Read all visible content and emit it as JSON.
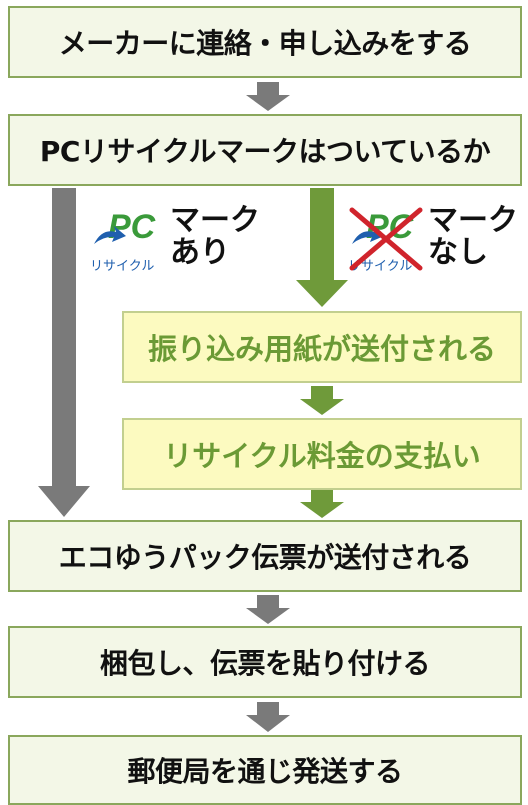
{
  "steps": [
    "メーカーに連絡・申し込みをする",
    "PCリサイクルマークはついているか",
    "エコゆうパック伝票が送付される",
    "梱包し、伝票を貼り付ける",
    "郵便局を通じ発送する"
  ],
  "no_mark_steps": [
    "振り込み用紙が送付される",
    "リサイクル料金の支払い"
  ],
  "mark_yes": {
    "logo_text": "PC",
    "logo_caption": "リサイクル",
    "line1": "マーク",
    "line2": "あり"
  },
  "mark_no": {
    "logo_text": "PC",
    "logo_caption": "リサイクル",
    "line1": "マーク",
    "line2": "なし"
  },
  "colors": {
    "main_border": "#8aa75c",
    "main_fill": "#f3f7e7",
    "sub_fill": "#fcfac0",
    "sub_text": "#6b9a35",
    "gray_arrow": "#7a7a7a",
    "green_arrow": "#6f9a3a",
    "logo_green": "#3a9a3a",
    "logo_blue": "#1f5fae",
    "cross_red": "#d0242c"
  }
}
